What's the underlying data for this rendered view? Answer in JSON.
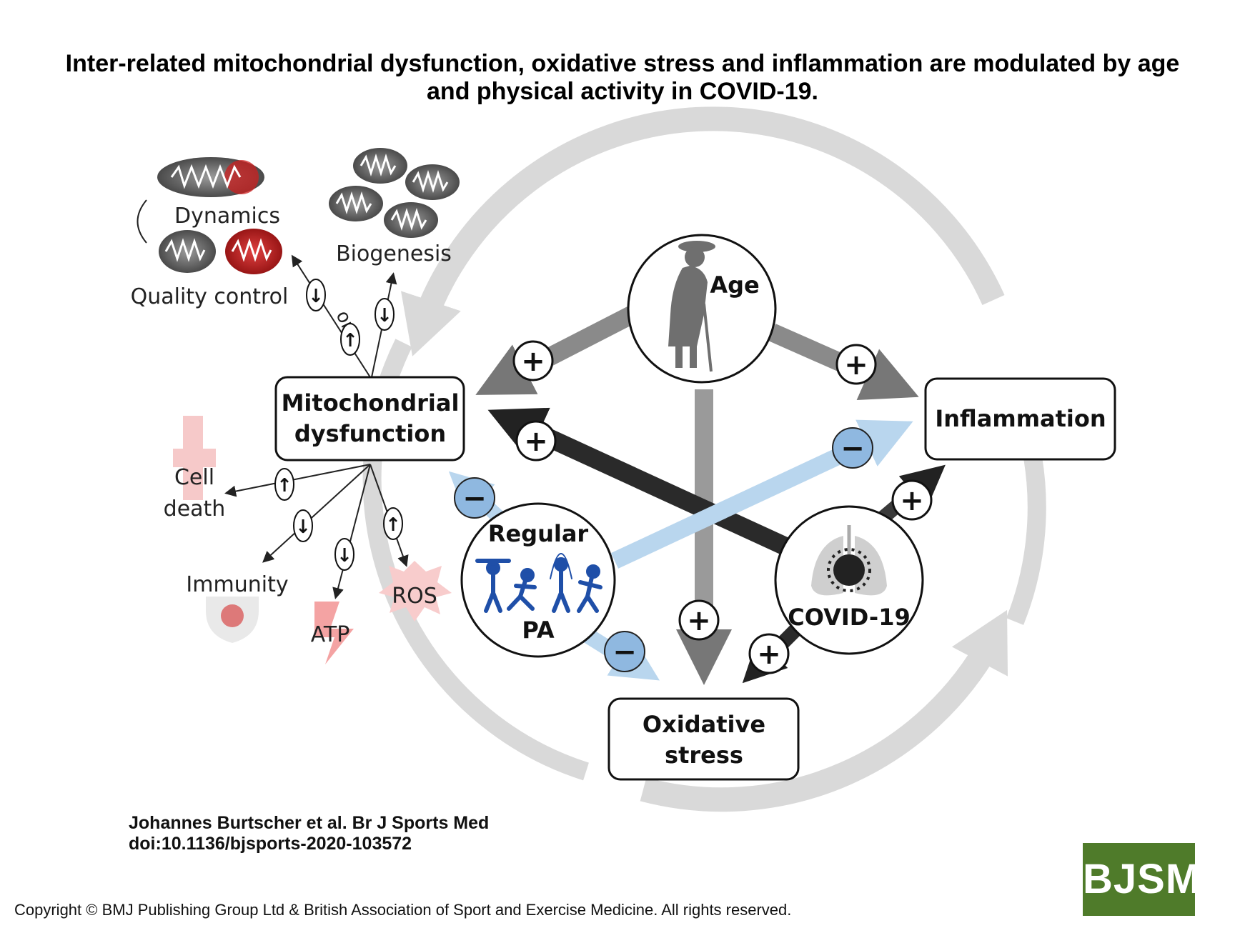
{
  "title": {
    "line1": "Inter-related mitochondrial dysfunction, oxidative stress and inflammation are modulated by age",
    "line2": "and physical activity in COVID-19."
  },
  "nodes": {
    "mito_line1": "Mitochondrial",
    "mito_line2": "dysfunction",
    "inflammation": "Inflammation",
    "oxidative_line1": "Oxidative",
    "oxidative_line2": "stress",
    "age": "Age",
    "pa_line1": "Regular",
    "pa_line2": "PA",
    "covid": "COVID-19"
  },
  "labels": {
    "dynamics": "Dynamics",
    "quality_control": "Quality control",
    "biogenesis": "Biogenesis",
    "or": "or",
    "cell_line1": "Cell",
    "cell_line2": "death",
    "immunity": "Immunity",
    "atp": "ATP",
    "ros": "ROS"
  },
  "signs": {
    "plus": "+",
    "minus": "−",
    "up": "↑",
    "down": "↓"
  },
  "citation": {
    "line1": "Johannes Burtscher et al. Br J Sports Med",
    "line2": "doi:10.1136/bjsports-2020-103572"
  },
  "copyright": "Copyright © BMJ Publishing Group Ltd & British Association of Sport and Exercise Medicine. All rights reserved.",
  "logo": "BJSM",
  "colors": {
    "logo_bg": "#4f7b2a",
    "inhibit_blue": "#b9d6ee",
    "minus_badge": "#8fb8e0",
    "mito_red": "#cc1f1f",
    "cycle_gray": "#d9d9d9"
  }
}
